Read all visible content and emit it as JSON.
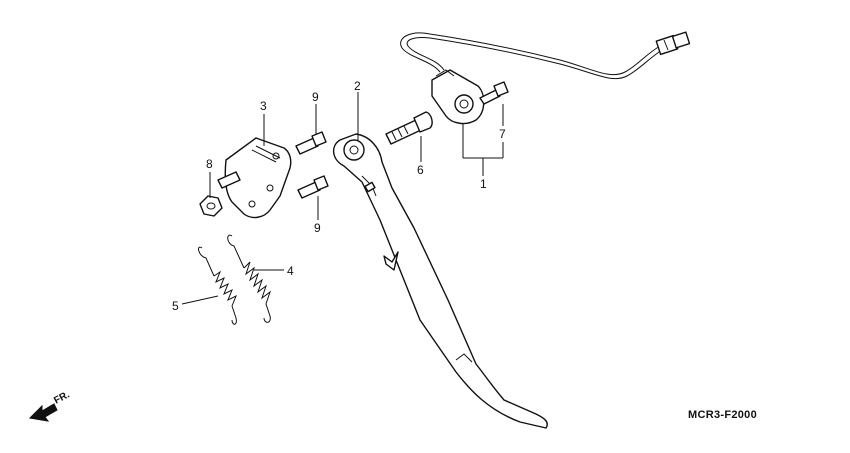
{
  "callouts": [
    {
      "id": "1",
      "label": "1"
    },
    {
      "id": "2",
      "label": "2"
    },
    {
      "id": "3",
      "label": "3"
    },
    {
      "id": "4",
      "label": "4"
    },
    {
      "id": "5",
      "label": "5"
    },
    {
      "id": "6",
      "label": "6"
    },
    {
      "id": "7",
      "label": "7"
    },
    {
      "id": "8",
      "label": "8"
    },
    {
      "id": "9a",
      "label": "9"
    },
    {
      "id": "9b",
      "label": "9"
    }
  ],
  "diagram_code": "MCR3-F2000",
  "direction_marker": "FR."
}
